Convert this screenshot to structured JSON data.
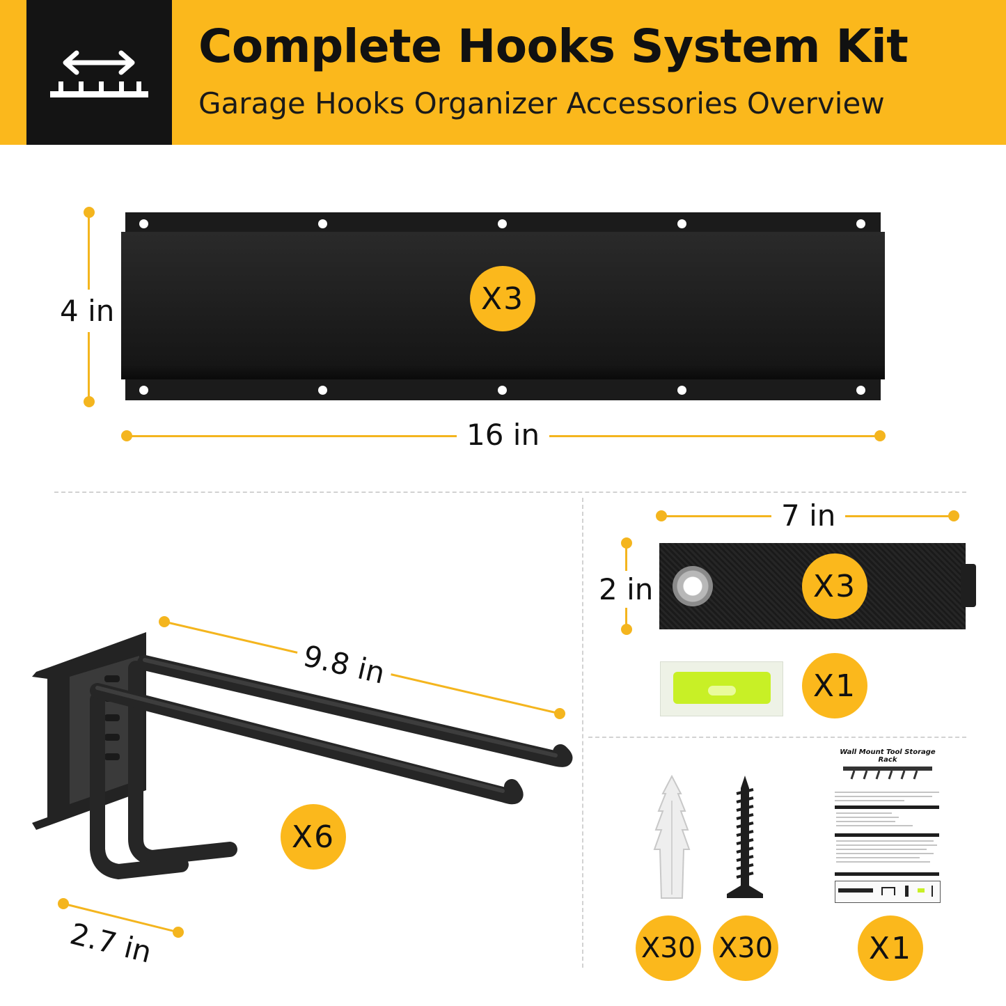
{
  "header": {
    "title": "Complete Hooks System Kit",
    "subtitle": "Garage Hooks Organizer Accessories Overview",
    "logo_icon": "width-measure-icon"
  },
  "rail": {
    "height_label": "4 in",
    "width_label": "16 in",
    "quantity": "X3"
  },
  "hook": {
    "length_label": "9.8 in",
    "depth_label": "2.7 in",
    "quantity": "X6"
  },
  "strap": {
    "width_label": "7 in",
    "height_label": "2 in",
    "quantity": "X3"
  },
  "level": {
    "quantity": "X1"
  },
  "anchors": {
    "quantity": "X30"
  },
  "screws": {
    "quantity": "X30"
  },
  "manual": {
    "title": "Wall Mount Tool Storage Rack",
    "quantity": "X1"
  },
  "colors": {
    "accent": "#fbb81c",
    "dark": "#141414"
  }
}
